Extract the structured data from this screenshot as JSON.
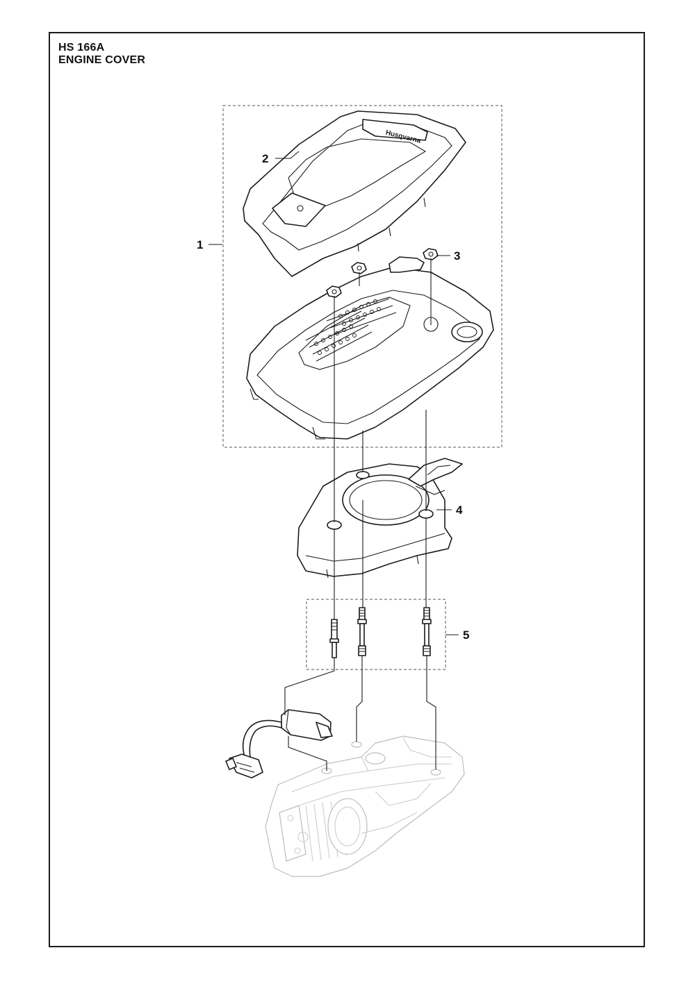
{
  "header": {
    "model": "HS 166A",
    "section": "ENGINE COVER"
  },
  "brand_logo_text": "Husqvarna",
  "callouts": [
    "1",
    "2",
    "3",
    "4",
    "5"
  ],
  "colors": {
    "line": "#1a1a1a",
    "ghost": "#bdbdbd",
    "background": "#ffffff"
  }
}
